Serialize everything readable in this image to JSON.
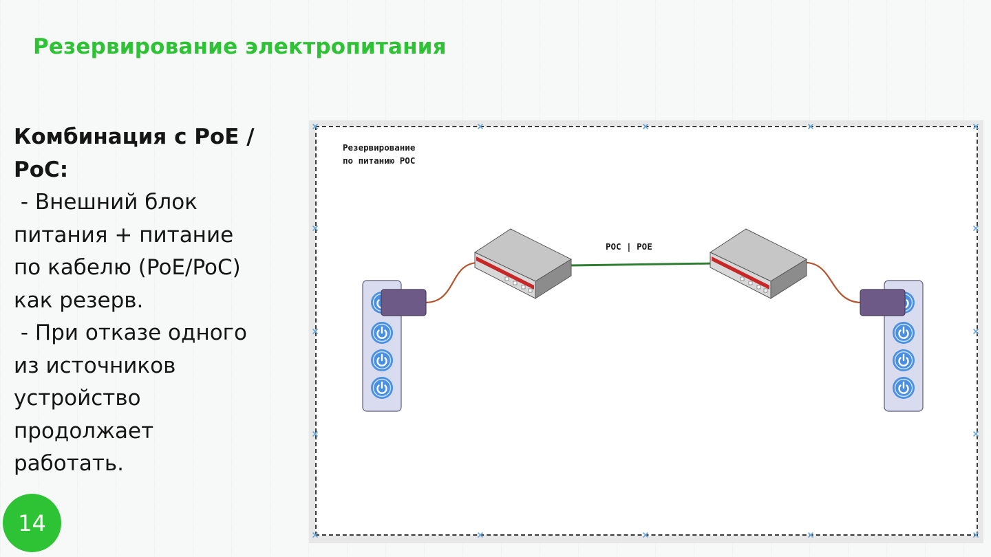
{
  "slide": {
    "title": "Резервирование электропитания",
    "page_number": "14",
    "heading_lines": [
      "Комбинация с PoE /",
      "PoC:"
    ],
    "body_lines": [
      " - Внешний блок",
      "питания + питание",
      "по кабелю (PoE/PoC)",
      "как резерв.",
      " - При отказе одного",
      "из источников",
      "устройство",
      "продолжает",
      "работать."
    ]
  },
  "diagram": {
    "label_line_1": "Резервирование",
    "label_line_2": "по питанию POC",
    "link_label": "POC | POE",
    "icons": {
      "switch": "network-switch-icon",
      "power_strip": "power-strip-icon",
      "power_button": "power-button-icon",
      "adapter": "power-adapter-icon"
    },
    "colors": {
      "title_green": "#2ec335",
      "link_green": "#2e7d32",
      "cable_red": "#b5532c",
      "power_blue": "#4a90e2",
      "strip_fill": "#d9dcef",
      "adapter_fill": "#6e5a86",
      "switch_accent": "#c62828",
      "selection_handle": "#6aa7d8"
    }
  }
}
